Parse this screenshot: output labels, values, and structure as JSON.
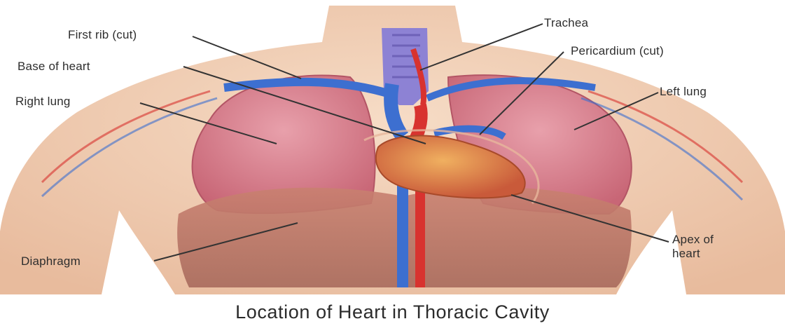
{
  "diagram": {
    "title": "Location of Heart in Thoracic Cavity",
    "labels": {
      "first_rib": "First rib (cut)",
      "base_of_heart": "Base of heart",
      "right_lung": "Right lung",
      "diaphragm": "Diaphragm",
      "trachea": "Trachea",
      "pericardium": "Pericardium (cut)",
      "left_lung": "Left lung",
      "apex_line1": "Apex of",
      "apex_line2": "heart"
    }
  },
  "colors": {
    "skin": "#f2cfb3",
    "lung": "#d9828f",
    "lung_dark": "#c0606f",
    "diaphragm": "#b9786a",
    "heart": "#e08a4e",
    "vein": "#3d6fd0",
    "artery": "#d8332f",
    "trachea": "#8b7fd0",
    "leader_line": "#333333"
  }
}
